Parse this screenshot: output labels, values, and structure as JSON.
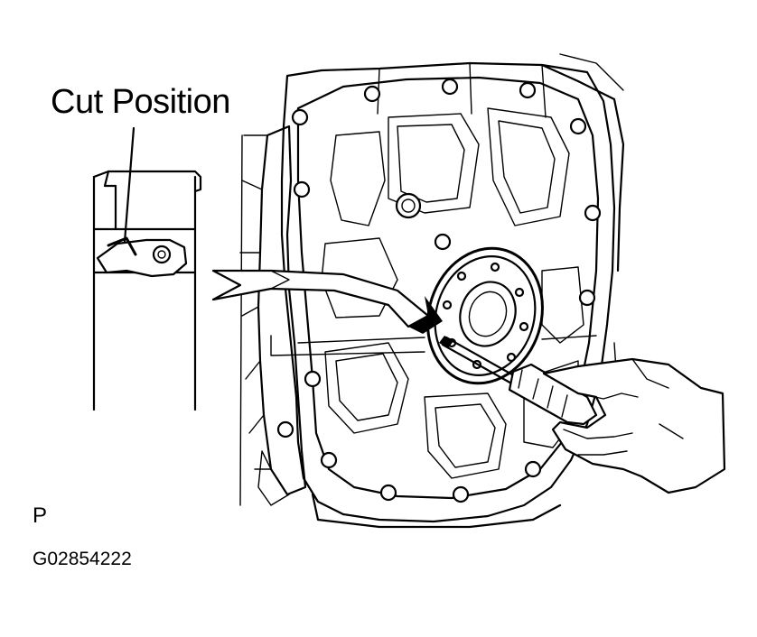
{
  "labels": {
    "cut_position": "Cut Position",
    "view_letter": "P",
    "figure_code": "G02854222"
  },
  "colors": {
    "line": "#000000",
    "background": "#ffffff"
  }
}
